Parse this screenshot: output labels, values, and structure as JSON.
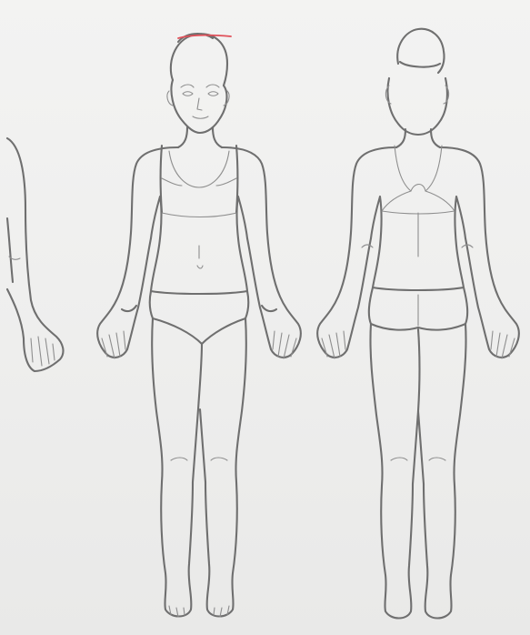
{
  "figure": {
    "views": [
      {
        "id": "side",
        "icon": "partial-body-outline-side-arm"
      },
      {
        "id": "front",
        "icon": "body-outline-front-female"
      },
      {
        "id": "back",
        "icon": "body-outline-back-female"
      }
    ],
    "annotation": {
      "icon": "red-marker-line",
      "color": "#e0505a"
    },
    "colors": {
      "paper": "#efefee",
      "outline": "#6f6f6f",
      "detail": "#8e8e8e"
    }
  }
}
